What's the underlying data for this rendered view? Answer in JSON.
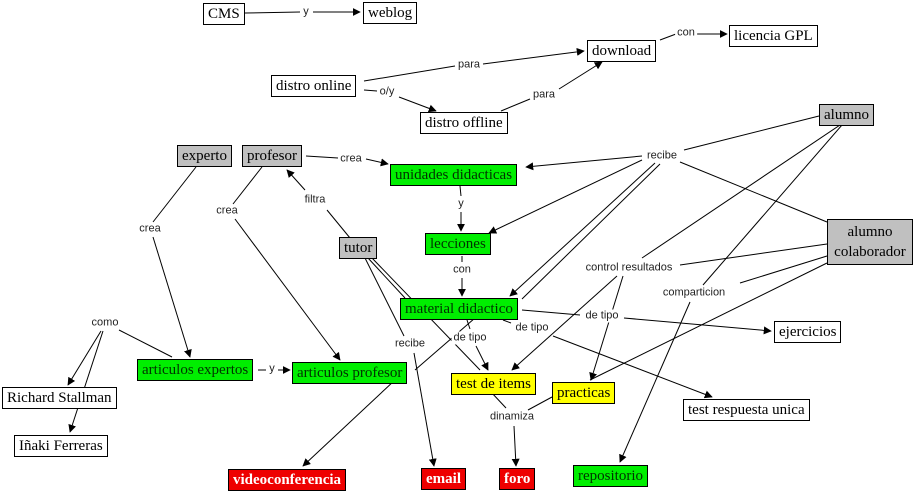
{
  "diagram": {
    "type": "concept-map",
    "colors": {
      "plain": "#ffffff",
      "actor": "#c0c0c0",
      "content": "#00ee00",
      "assessment": "#ffff00",
      "communication": "#ee0000"
    },
    "nodes": {
      "cms": {
        "label": "CMS",
        "style": "plain"
      },
      "weblog": {
        "label": "weblog",
        "style": "plain"
      },
      "download": {
        "label": "download",
        "style": "plain"
      },
      "licencia_gpl": {
        "label": "licencia GPL",
        "style": "plain"
      },
      "distro_online": {
        "label": "distro online",
        "style": "plain"
      },
      "distro_offline": {
        "label": "distro offline",
        "style": "plain"
      },
      "alumno": {
        "label": "alumno",
        "style": "actor"
      },
      "experto": {
        "label": "experto",
        "style": "actor"
      },
      "profesor": {
        "label": "profesor",
        "style": "actor"
      },
      "unidades_didacticas": {
        "label": "unidades didacticas",
        "style": "content"
      },
      "lecciones": {
        "label": "lecciones",
        "style": "content"
      },
      "tutor": {
        "label": "tutor",
        "style": "actor"
      },
      "alumno_colaborador": {
        "label": "alumno colaborador",
        "style": "actor"
      },
      "material_didactico": {
        "label": "material didactico",
        "style": "content"
      },
      "ejercicios": {
        "label": "ejercicios",
        "style": "plain"
      },
      "articulos_expertos": {
        "label": "articulos expertos",
        "style": "content"
      },
      "articulos_profesor": {
        "label": "articulos profesor",
        "style": "content"
      },
      "test_de_items": {
        "label": "test de items",
        "style": "assessment"
      },
      "practicas": {
        "label": "practicas",
        "style": "assessment"
      },
      "test_respuesta_unica": {
        "label": "test respuesta unica",
        "style": "plain"
      },
      "richard_stallman": {
        "label": "Richard Stallman",
        "style": "plain"
      },
      "inaki_ferreras": {
        "label": "Iñaki Ferreras",
        "style": "plain"
      },
      "videoconferencia": {
        "label": "videoconferencia",
        "style": "communication"
      },
      "email": {
        "label": "email",
        "style": "communication"
      },
      "foro": {
        "label": "foro",
        "style": "communication"
      },
      "repositorio": {
        "label": "repositorio",
        "style": "content"
      }
    },
    "edge_labels": {
      "y_cms": "y",
      "con_download": "con",
      "para_online": "para",
      "oy": "o/y",
      "para_offline": "para",
      "recibe_alumno": "recibe",
      "crea_profesor_ud": "crea",
      "crea_experto": "crea",
      "crea_profesor_art": "crea",
      "filtra": "filtra",
      "y_ud": "y",
      "con_lecciones": "con",
      "control_resultados": "control resultados",
      "comparticion": "comparticion",
      "de_tipo_ejercicios": "de tipo",
      "de_tipo_trespuesta": "de tipo",
      "de_tipo_items": "de tipo",
      "como": "como",
      "y_articulos": "y",
      "recibe_tutor": "recibe",
      "dinamiza": "dinamiza"
    }
  }
}
